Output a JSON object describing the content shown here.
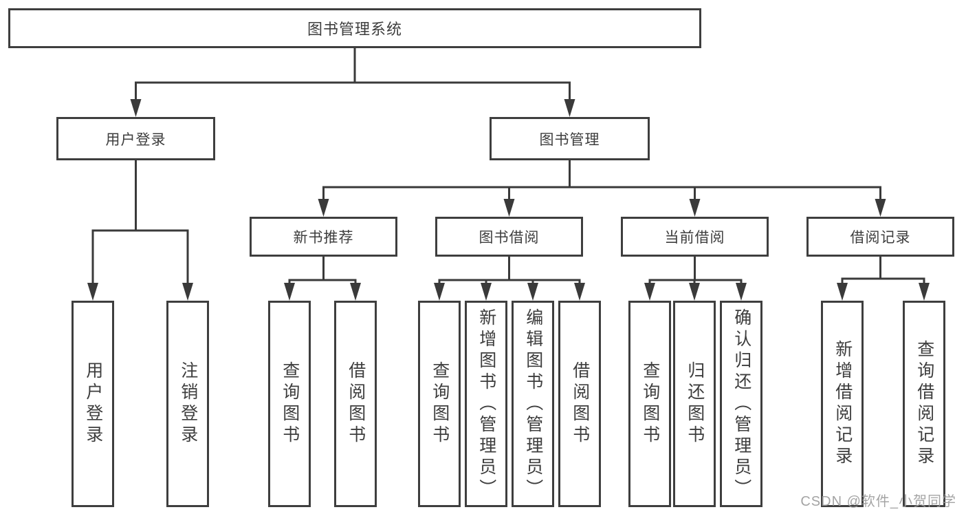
{
  "diagram": {
    "title": "图书管理系统",
    "watermark": "CSDN @软件_小贺同学",
    "colors": {
      "line": "#3a3a3a",
      "box_border": "#3e3e3e",
      "text": "#3d3d3d",
      "watermark_text": "#9b9b9b",
      "background": "#ffffff"
    },
    "nodes": {
      "root": {
        "label": "图书管理系统"
      },
      "login": {
        "label": "用户登录"
      },
      "mgmt": {
        "label": "图书管理"
      },
      "new_rec": {
        "label": "新书推荐"
      },
      "borrow": {
        "label": "图书借阅"
      },
      "current": {
        "label": "当前借阅"
      },
      "records": {
        "label": "借阅记录"
      },
      "login_user": {
        "label": "用户登录"
      },
      "login_out": {
        "label": "注销登录"
      },
      "rec_query": {
        "label": "查询图书"
      },
      "rec_borrow": {
        "label": "借阅图书"
      },
      "bor_query": {
        "label": "查询图书"
      },
      "bor_add": {
        "label": "新增图书（管理员）"
      },
      "bor_edit": {
        "label": "编辑图书（管理员）"
      },
      "bor_borrow": {
        "label": "借阅图书"
      },
      "cur_query": {
        "label": "查询图书"
      },
      "cur_return": {
        "label": "归还图书"
      },
      "cur_confirm": {
        "label": "确认归还（管理员）"
      },
      "recd_add": {
        "label": "新增借阅记录"
      },
      "recd_query": {
        "label": "查询借阅记录"
      }
    }
  }
}
